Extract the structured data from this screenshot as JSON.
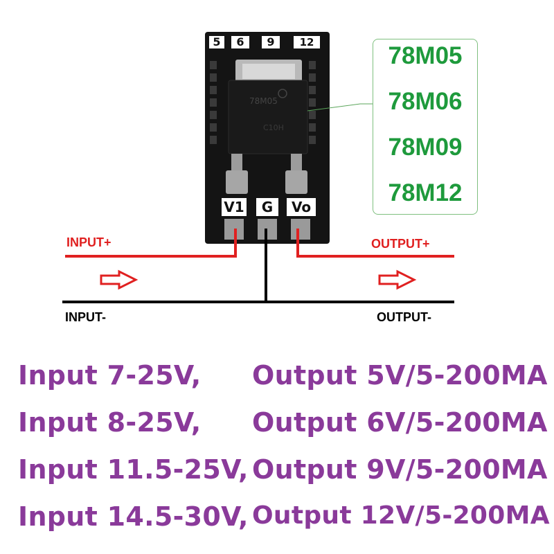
{
  "colors": {
    "pcb": "#141414",
    "silkscreen": "#ffffff",
    "model_text": "#1e9a3c",
    "input_positive_wire": "#e02020",
    "ground_wire": "#000000",
    "spec_text": "#8a3a9a",
    "arrow": "#e02020"
  },
  "pcb": {
    "top_labels": [
      "5",
      "6",
      "9",
      "12"
    ],
    "pin_labels": [
      "V1",
      "G",
      "Vo"
    ]
  },
  "models": [
    "78M05",
    "78M06",
    "78M09",
    "78M12"
  ],
  "wires": {
    "input_positive": "INPUT+",
    "output_positive": "OUTPUT+",
    "input_negative": "INPUT-",
    "output_negative": "OUTPUT-"
  },
  "icons": [
    "right-arrow-icon",
    "right-arrow-icon"
  ],
  "specs": [
    {
      "input": "Input 7-25V,",
      "output": "Output 5V/5-200MA"
    },
    {
      "input": "Input 8-25V,",
      "output": "Output 6V/5-200MA"
    },
    {
      "input": "Input 11.5-25V,",
      "output": "Output 9V/5-200MA"
    },
    {
      "input": "Input 14.5-30V,",
      "output": "Output 12V/5-200MA"
    }
  ]
}
